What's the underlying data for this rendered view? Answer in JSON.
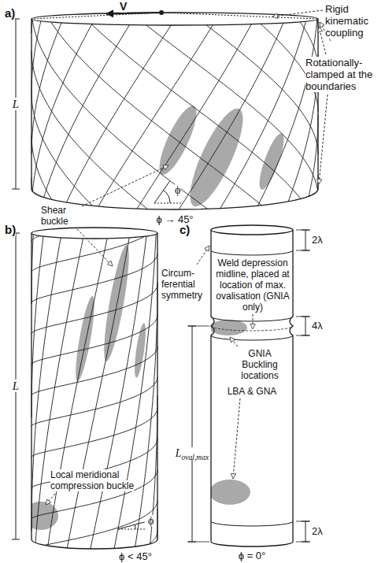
{
  "diagram": {
    "labels": [
      "a)",
      "V",
      "Rigid kinematic coupling",
      "Rotationally-clamped at the boundaries",
      "L",
      "ϕ",
      "ϕ → 45°",
      "b)",
      "Shear buckle",
      "L",
      "Local meridional compression buckle",
      "ϕ",
      "ϕ < 45°",
      "c)",
      "2λ",
      "Weld depression midline, placed at location of max. ovalisation (GNIA only)",
      "Circum-ferential symmetry",
      "4λ",
      "GNIA Buckling locations",
      "LBA & GNA",
      "Loval,max",
      "2λ",
      "ϕ = 0°"
    ]
  }
}
